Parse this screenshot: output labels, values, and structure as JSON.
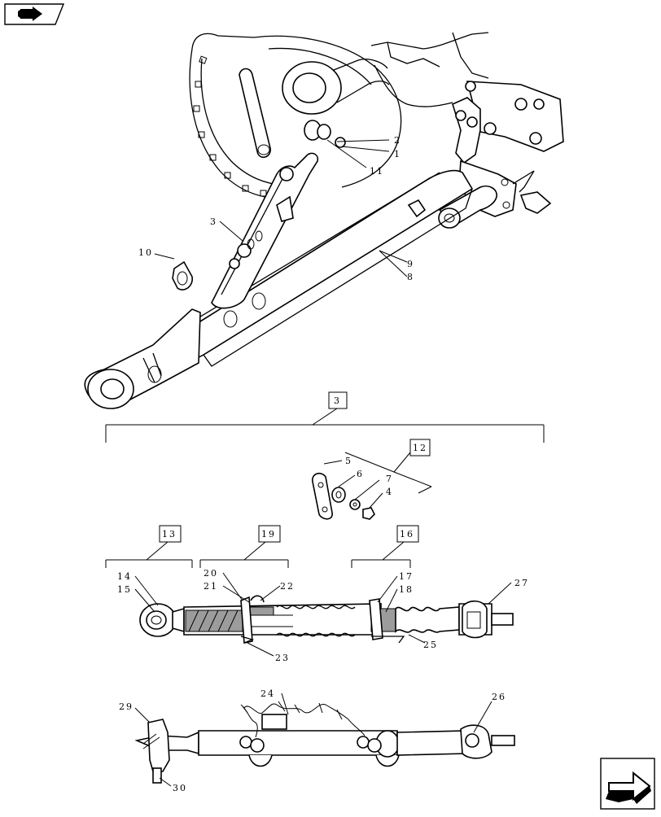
{
  "nav": {
    "prev_icon": "arrow-left-icon",
    "next_icon": "arrow-right-icon"
  },
  "colors": {
    "ink": "#000000",
    "paper": "#ffffff",
    "hatch": "#9c9c9c"
  },
  "callouts": {
    "c1": "1",
    "c2": "2",
    "c11": "11",
    "c3top": "3",
    "c10": "10",
    "c9": "9",
    "c8": "8",
    "box3": "3",
    "box12": "12",
    "c5": "5",
    "c6": "6",
    "c7": "7",
    "c4": "4",
    "box13": "13",
    "box19": "19",
    "box16": "16",
    "c14": "14",
    "c15": "15",
    "c20": "20",
    "c21": "21",
    "c22": "22",
    "c17": "17",
    "c18": "18",
    "c27": "27",
    "c23": "23",
    "c25": "25",
    "c24": "24",
    "c26": "26",
    "c29": "29",
    "c30": "30"
  }
}
